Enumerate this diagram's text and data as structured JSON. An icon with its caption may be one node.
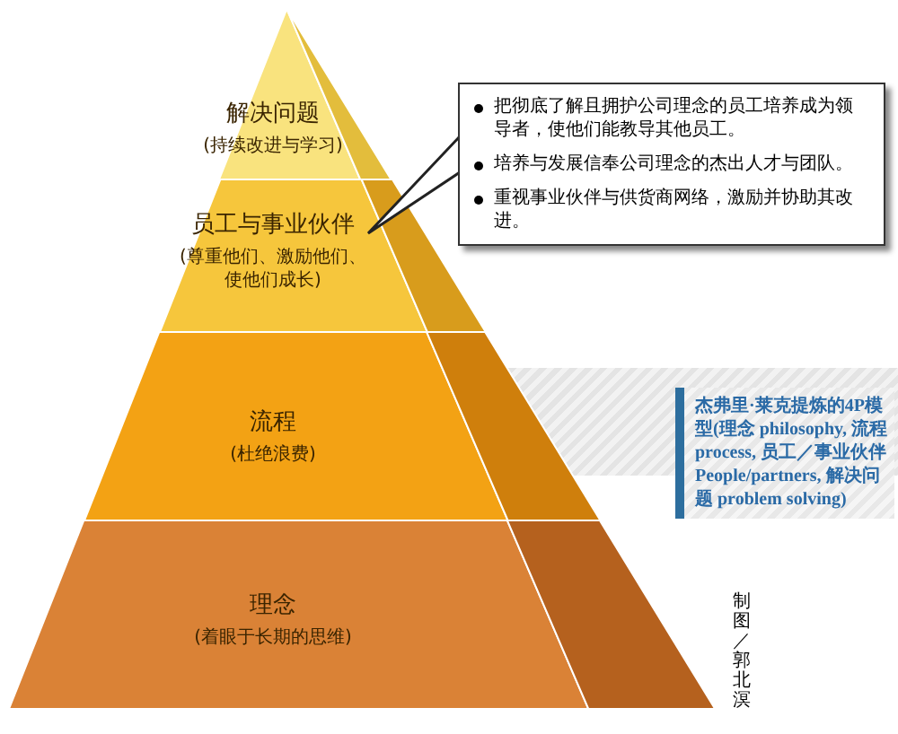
{
  "diagram": {
    "nodes": [
      {
        "text": [
          "解决问题",
          "(持续改进与学习)"
        ]
      },
      {
        "text": [
          "员工与事业伙伴",
          "(尊重他们、激励他们、使他们成长)"
        ]
      },
      {
        "text": [
          "流程",
          "(杜绝浪费)"
        ]
      },
      {
        "text": [
          "理念",
          "(着眼于长期的思维)"
        ]
      },
      {
        "text": [
          "把彻底了解且拥护公司理念的员工培养成为领导者，使他们能教导其他员工。",
          "培养与发展信奉公司理念的杰出人才与团队。",
          "重视事业伙伴与供货商网络，激励并协助其改进。"
        ]
      },
      {
        "text": [
          "杰弗里·莱克提炼的4P模型(理念 philosophy, 流程 process, 员工／事业伙伴 People/partners, 解决问题 problem solving)"
        ]
      }
    ],
    "edges": [
      {
        "from": 4,
        "to": 1,
        "arrow": "none"
      }
    ],
    "labels": [
      "制图／郭北溟"
    ]
  }
}
